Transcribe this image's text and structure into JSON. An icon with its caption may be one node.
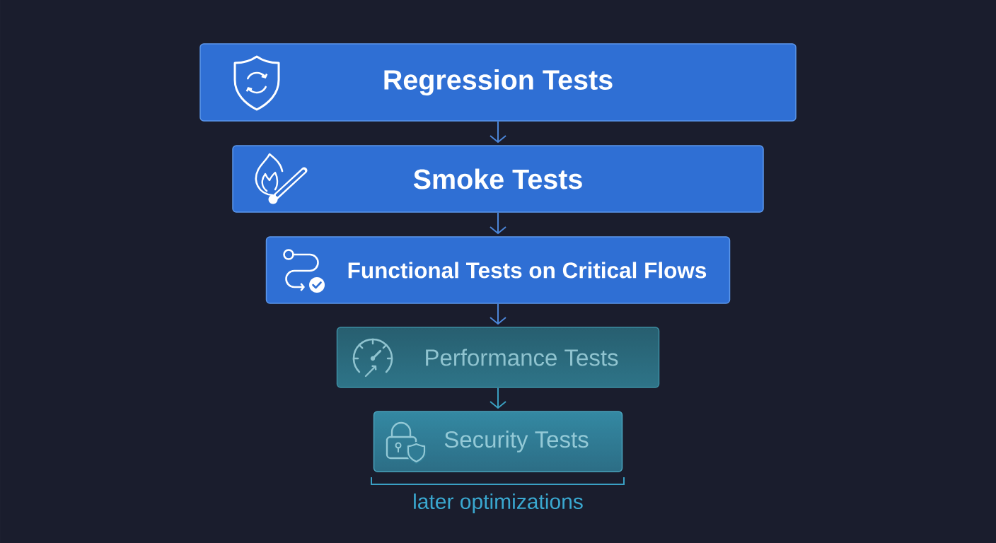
{
  "diagram": {
    "nodes": [
      {
        "text": [
          "Regression Tests"
        ]
      },
      {
        "text": [
          "Smoke Tests"
        ]
      },
      {
        "text": [
          "Functional Tests on Critical Flows"
        ]
      },
      {
        "text": [
          "Performance Tests"
        ]
      },
      {
        "text": [
          "Security Tests"
        ]
      }
    ],
    "edges": [
      {
        "from": 0,
        "to": 1,
        "arrow": "to"
      },
      {
        "from": 1,
        "to": 2,
        "arrow": "to"
      },
      {
        "from": 2,
        "to": 3,
        "arrow": "to"
      },
      {
        "from": 3,
        "to": 4,
        "arrow": "to",
        "color": "#3a9fc0"
      }
    ],
    "labels": [
      "later optimizations"
    ]
  }
}
